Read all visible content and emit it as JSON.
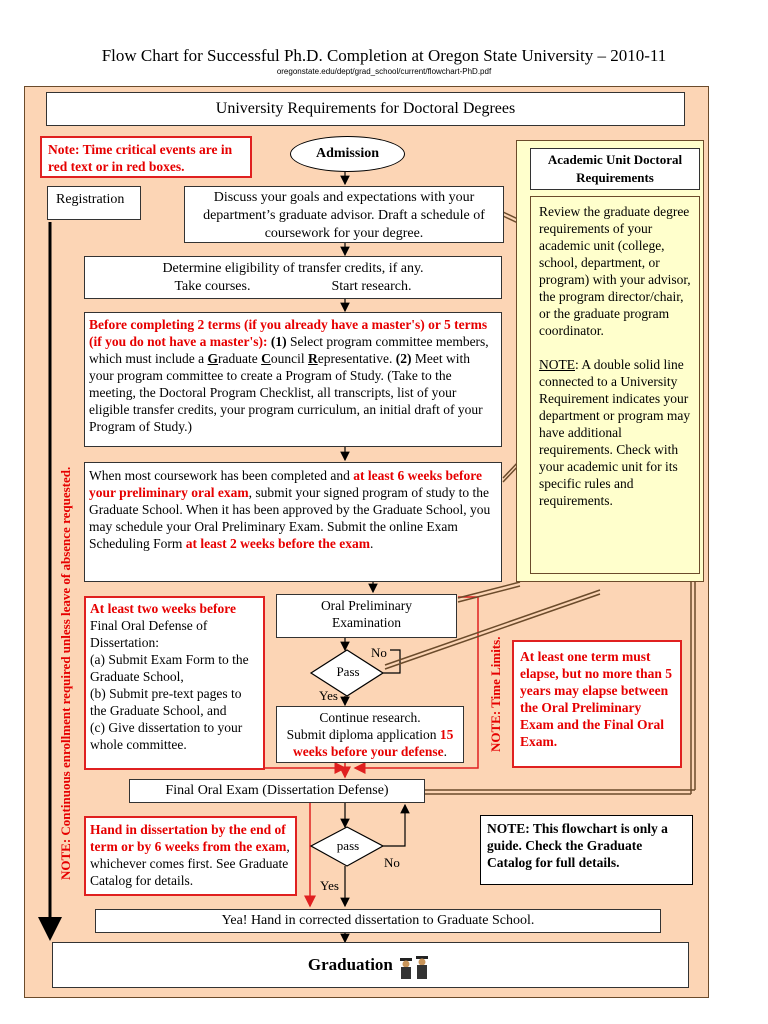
{
  "header": {
    "title": "Flow Chart for Successful Ph.D. Completion at Oregon State University – 2010-11",
    "url": "oregonstate.edu/dept/grad_school/current/flowchart-PhD.pdf"
  },
  "university_header": "University Requirements for Doctoral Degrees",
  "note_time_critical": "Note: Time critical events are in red text or in red boxes.",
  "admission": "Admission",
  "registration": "Registration",
  "step_discuss": "Discuss your goals and expectations with your department’s graduate advisor. Draft a schedule of coursework for your degree.",
  "step_transfer": {
    "line1": "Determine eligibility of transfer credits, if any.",
    "line2a": "Take courses.",
    "line2b": "Start research."
  },
  "step_committee": {
    "red": "Before completing 2 terms (if you already have a master's) or 5 terms (if you do not have a master's):",
    "n1": "(1)",
    "t1": " Select program committee members, which must include a ",
    "g": "G",
    "raduate": "raduate ",
    "c": "C",
    "ouncil": "ouncil",
    "r": "R",
    "epresentative": "epresentative. ",
    "n2": "(2)",
    "t2": " Meet with your program committee to create a Program of Study.  (Take to the meeting, the Doctoral Program Checklist, all transcripts, list of your eligible transfer credits, your program curriculum, an initial draft of your Program of Study.)"
  },
  "step_coursework": {
    "t1": "When most coursework has been completed and ",
    "r1": "at least 6 weeks before your preliminary oral exam",
    "t2": ", submit your signed program of study to the Graduate School. When it has been approved by the Graduate School, you may schedule your Oral Preliminary Exam. Submit the online Exam Scheduling Form ",
    "r2": "at least 2 weeks before the exam",
    "t3": "."
  },
  "academic_unit": {
    "title": "Academic Unit Doctoral Requirements",
    "body": "Review the graduate degree requirements of your academic unit (college, school, department, or program) with your advisor, the program director/chair, or the graduate program coordinator.",
    "note_label": "NOTE",
    "note_body": ": A double solid line connected to a University Requirement indicates your department or program may have additional requirements.  Check with your academic unit for its specific rules and requirements."
  },
  "two_weeks": {
    "red": "At least two weeks before",
    "body": "Final Oral Defense of Dissertation:",
    "a": "(a) Submit Exam Form to the Graduate School,",
    "b": "(b) Submit pre-text pages to the Graduate School, and",
    "c": "(c) Give dissertation to your whole committee."
  },
  "oral_prelim": "Oral Preliminary Examination",
  "pass1": "Pass",
  "no1": "No",
  "yes1": "Yes",
  "continue_research": {
    "t1": "Continue research.",
    "t2": "Submit diploma application ",
    "r": "15 weeks before your defense",
    "t3": "."
  },
  "time_limits": "NOTE: Time Limits.",
  "one_term": "At least one term must elapse, but no more than 5 years may elapse between the Oral Preliminary Exam and the Final Oral Exam.",
  "final_oral": "Final Oral Exam (Dissertation Defense)",
  "hand_in": {
    "red": "Hand in dissertation by the end of term or by 6 weeks from the exam",
    "body": ", whichever comes first. See Graduate Catalog for details."
  },
  "pass2": "pass",
  "no2": "No",
  "yes2": "Yes",
  "note_flowchart": "NOTE:  This flowchart is only a guide.  Check the Graduate Catalog for full details.",
  "continuous_enrollment": "NOTE: Continuous enrollment required unless leave of absence requested.",
  "yea": "Yea!  Hand in corrected dissertation to Graduate School.",
  "graduation": "Graduation",
  "colors": {
    "peach": "#fcd5b5",
    "yellow": "#ffffcc",
    "red": "#e60000"
  },
  "icons": [
    "graduates-icon"
  ]
}
